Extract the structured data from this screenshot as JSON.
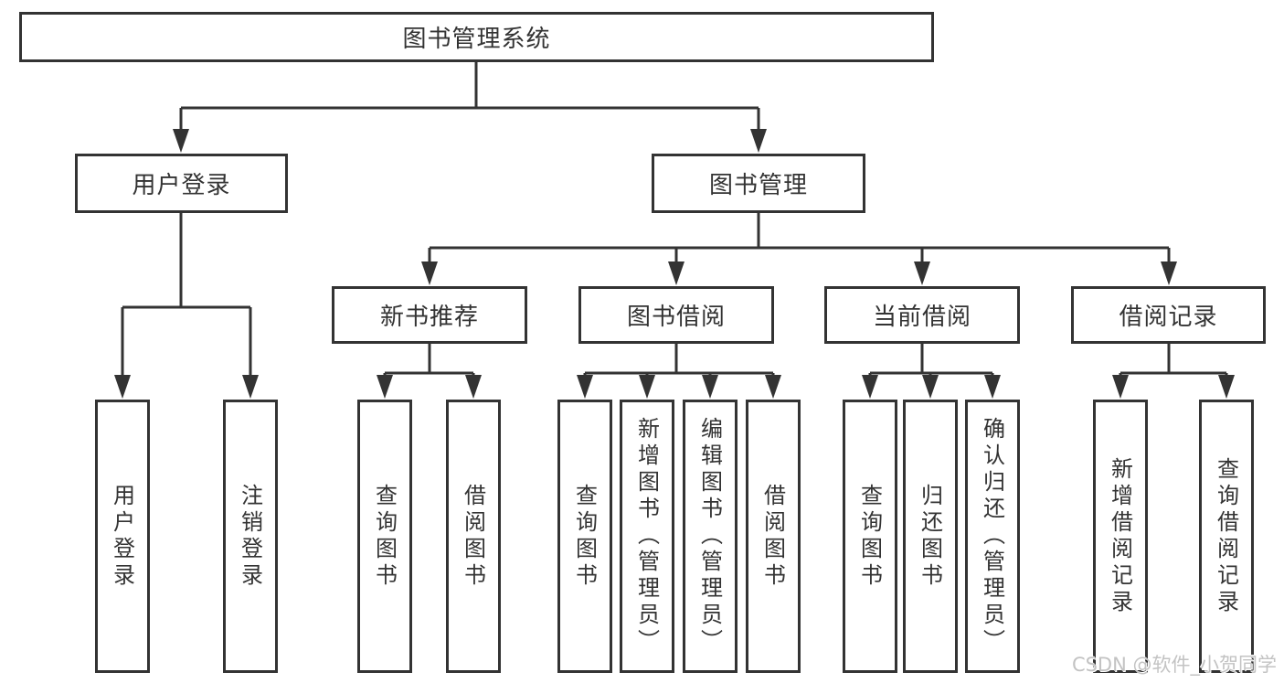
{
  "tree": {
    "root": {
      "label": "图书管理系统",
      "children": [
        {
          "label": "用户登录",
          "children": [
            {
              "label": "用户登录"
            },
            {
              "label": "注销登录"
            }
          ]
        },
        {
          "label": "图书管理",
          "children": [
            {
              "label": "新书推荐",
              "children": [
                {
                  "label": "查询图书"
                },
                {
                  "label": "借阅图书"
                }
              ]
            },
            {
              "label": "图书借阅",
              "children": [
                {
                  "label": "查询图书"
                },
                {
                  "label": "新增图书（管理员）"
                },
                {
                  "label": "编辑图书（管理员）"
                },
                {
                  "label": "借阅图书"
                }
              ]
            },
            {
              "label": "当前借阅",
              "children": [
                {
                  "label": "查询图书"
                },
                {
                  "label": "归还图书"
                },
                {
                  "label": "确认归还（管理员）"
                }
              ]
            },
            {
              "label": "借阅记录",
              "children": [
                {
                  "label": "新增借阅记录"
                },
                {
                  "label": "查询借阅记录"
                }
              ]
            }
          ]
        }
      ]
    }
  },
  "watermark": "CSDN @软件_小贺同学",
  "colors": {
    "line": "#333333",
    "box_border": "#333333",
    "text": "#333333",
    "watermark": "#c3c3c3",
    "background": "#ffffff"
  }
}
